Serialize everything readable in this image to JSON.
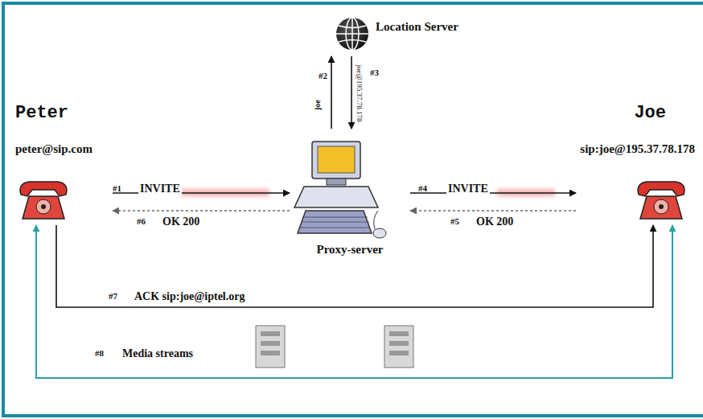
{
  "diagram": {
    "nodes": [
      {
        "text": [
          "Peter",
          "peter@sip.com"
        ]
      },
      {
        "text": [
          "Location Server"
        ]
      },
      {
        "text": [
          "Proxy-server"
        ]
      },
      {
        "text": [
          "Joe",
          "sip:joe@195.37.78.178"
        ]
      }
    ],
    "edges": [
      {
        "from": 0,
        "to": 2,
        "label": "INVITE",
        "arrow": "to"
      },
      {
        "from": 2,
        "to": 1,
        "label": "joe",
        "arrow": "to"
      },
      {
        "from": 1,
        "to": 2,
        "label": "joe@195.37.78.178",
        "arrow": "to"
      },
      {
        "from": 2,
        "to": 3,
        "label": "INVITE",
        "arrow": "to"
      },
      {
        "from": 3,
        "to": 2,
        "label": "OK 200",
        "arrow": "to"
      },
      {
        "from": 2,
        "to": 0,
        "label": "OK 200",
        "arrow": "to"
      },
      {
        "from": 0,
        "to": 3,
        "label": "ACK sip:joe@iptel.org",
        "arrow": "to"
      },
      {
        "from": 0,
        "to": 3,
        "label": "Media streams",
        "arrow": "both"
      }
    ],
    "labels": [
      "#1",
      "#2",
      "#3",
      "#4",
      "#5",
      "#6",
      "#7",
      "#8"
    ]
  }
}
